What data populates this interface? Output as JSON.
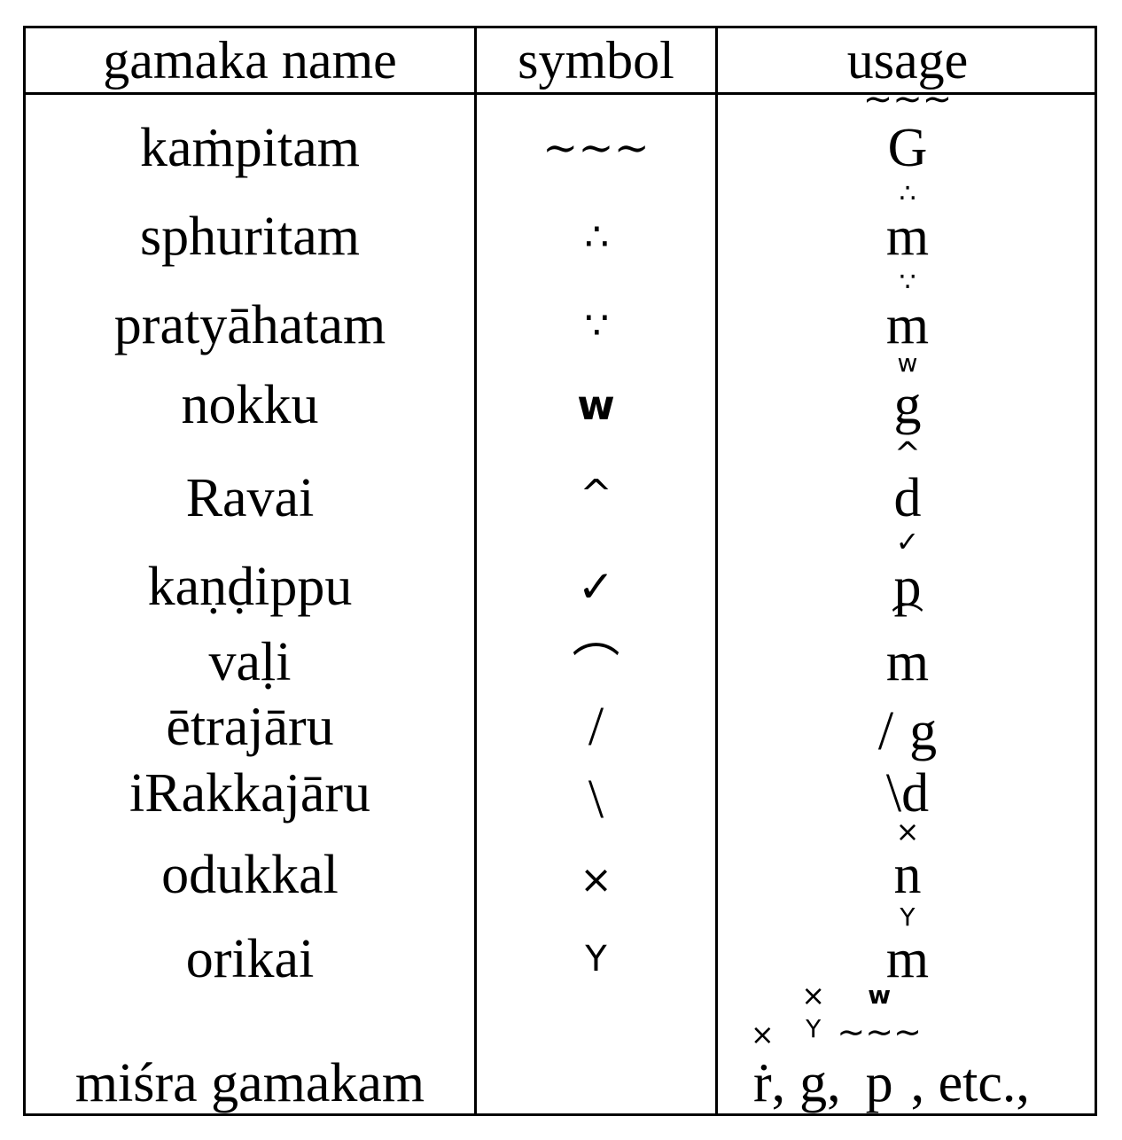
{
  "header": {
    "name": "gamaka name",
    "symbol": "symbol",
    "usage": "usage"
  },
  "rows": [
    {
      "name": "kaṁpitam",
      "symbol": "∼∼∼",
      "usage_base": "G",
      "usage_mark": "∼∼∼"
    },
    {
      "name": "sphuritam",
      "symbol": "∴",
      "usage_base": "m",
      "usage_mark": "∴"
    },
    {
      "name": "pratyāhatam",
      "symbol": "∵",
      "usage_base": "m",
      "usage_mark": "∵"
    },
    {
      "name": "nokku",
      "symbol": "w",
      "usage_base": "g",
      "usage_mark": "w"
    },
    {
      "name": "Ravai",
      "symbol": "^",
      "usage_base": "d",
      "usage_mark": "^"
    },
    {
      "name": "kaṇḍippu",
      "symbol": "✓",
      "usage_base": "p",
      "usage_mark": "✓"
    },
    {
      "name": "vaḷi",
      "symbol": "⌒",
      "usage_base": "m",
      "usage_mark": "⌒"
    },
    {
      "name": "ētrajāru",
      "symbol": "/",
      "usage_base": "g",
      "usage_mark": "/"
    },
    {
      "name": "iRakkajāru",
      "symbol": "\\",
      "usage_base": "d",
      "usage_mark": "\\"
    },
    {
      "name": "odukkal",
      "symbol": "×",
      "usage_base": "n",
      "usage_mark": "×"
    },
    {
      "name": "orikai",
      "symbol": "Y",
      "usage_base": "m",
      "usage_mark": "Y"
    },
    {
      "name": "miśra gamakam",
      "symbol": "",
      "usage": {
        "r": "ṙ",
        "r_mark": "×",
        "sep": ",",
        "g": "g",
        "g_mark_top": "×",
        "g_mark_bottom": "Y",
        "p": "p",
        "p_mark_top": "w",
        "p_mark_bottom": "∼∼∼",
        "suffix": ", etc.,"
      }
    }
  ]
}
